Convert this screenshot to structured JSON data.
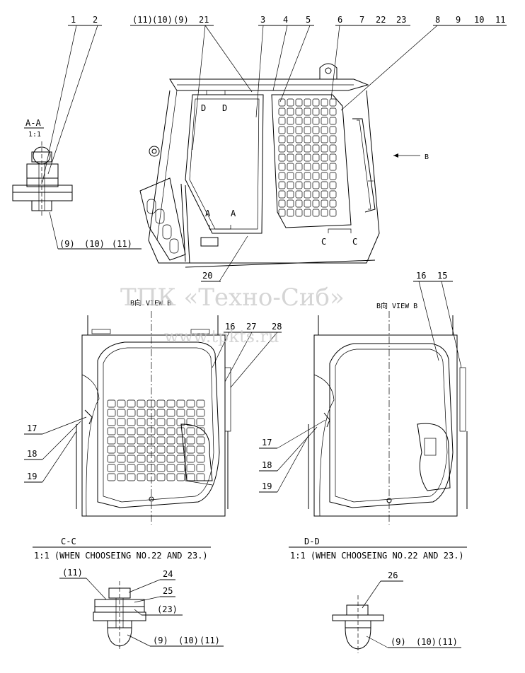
{
  "callouts_top": [
    "1",
    "2",
    "(11)",
    "(10)",
    "(9)",
    "21",
    "3",
    "4",
    "5",
    "6",
    "7",
    "22",
    "23",
    "8",
    "9",
    "10",
    "11"
  ],
  "view_labels": {
    "aa": "A-A",
    "aa_scale": "1:1",
    "b": "B",
    "a_left": "A",
    "a_right": "A",
    "d_left": "D",
    "d_right": "D",
    "c_left": "C",
    "c_right": "C",
    "view_b_left": "B向 VIEW B",
    "view_b_right": "B向 VIEW B"
  },
  "callouts_mid": [
    "(9)",
    "(10)",
    "(11)",
    "20",
    "16",
    "15",
    "16",
    "27",
    "28",
    "17",
    "18",
    "19",
    "17",
    "18",
    "19"
  ],
  "sections": {
    "cc_title": "C-C",
    "cc_note": "1:1 (WHEN CHOOSEING NO.22 AND 23.)",
    "dd_title": "D-D",
    "dd_note": "1:1 (WHEN CHOOSEING NO.22 AND 23.)"
  },
  "callouts_bottom": [
    "(11)",
    "24",
    "25",
    "(23)",
    "(9)",
    "(10)",
    "(11)",
    "26",
    "(9)",
    "(10)",
    "(11)"
  ],
  "watermark": {
    "line1": "ТПК «Техно-Сиб»",
    "line2": "www.tpkts.ru"
  }
}
